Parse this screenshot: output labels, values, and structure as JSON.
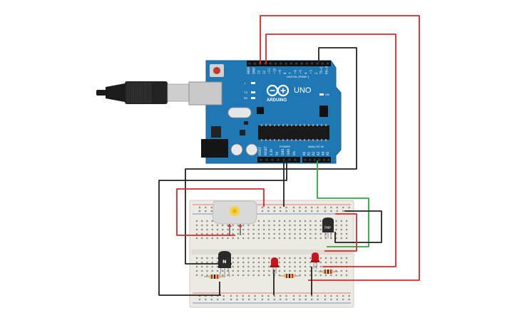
{
  "arduino": {
    "brand": "ARDUINO",
    "model": "UNO",
    "on_label": "ON",
    "digital_label": "DIGITAL (PWM~)",
    "power_label": "POWER",
    "analog_label": "ANALOG IN",
    "tx_label": "TX",
    "rx_label": "RX",
    "l_label": "L",
    "digital_pins": [
      "AREF",
      "GND",
      "13",
      "12",
      "~11",
      "~10",
      "~9",
      "8",
      "7",
      "~6",
      "~5",
      "4",
      "~3",
      "2",
      "TX→1",
      "RX←0"
    ],
    "power_pins": [
      "IOREF",
      "RESET",
      "3.3V",
      "5V",
      "GND",
      "GND",
      "Vin"
    ],
    "analog_pins": [
      "A0",
      "A1",
      "A2",
      "A3",
      "A4",
      "A5"
    ]
  },
  "components": {
    "npn_transistor_label": "N",
    "temp_sensor_label": "TMP"
  },
  "colors": {
    "board": "#1f78b4",
    "board_dark": "#175f91",
    "breadboard": "#eceae3",
    "wire_red": "#d62a2a",
    "wire_black": "#222222",
    "wire_green": "#2eaa3e",
    "led_red": "#c8151d",
    "motor": "#d9d9d9",
    "usb_cable": "#1b1b1b"
  }
}
